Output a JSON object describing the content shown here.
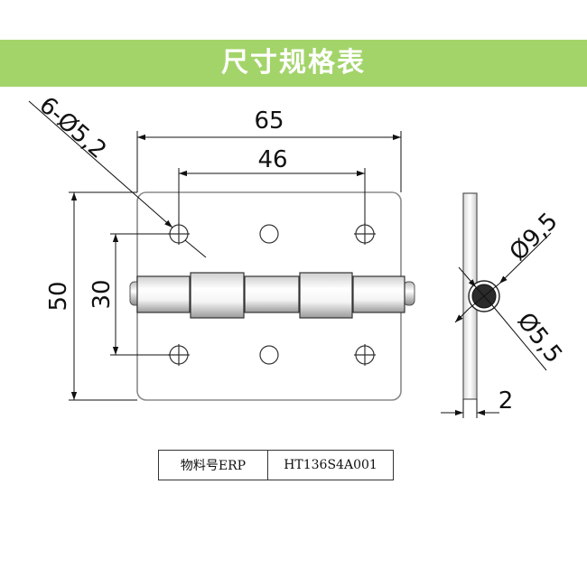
{
  "header": {
    "title": "尺寸规格表",
    "background_color": "#a3d46a"
  },
  "dimensions": {
    "width_total": "65",
    "hole_spacing": "46",
    "height_total": "50",
    "height_inner": "30",
    "hole_callout": "6-Ø5,2",
    "pin_outer_diameter": "Ø9,5",
    "pin_inner_diameter": "Ø5,5",
    "thickness": "2"
  },
  "product_table": {
    "label": "物料号ERP",
    "value": "HT136S4A001"
  }
}
